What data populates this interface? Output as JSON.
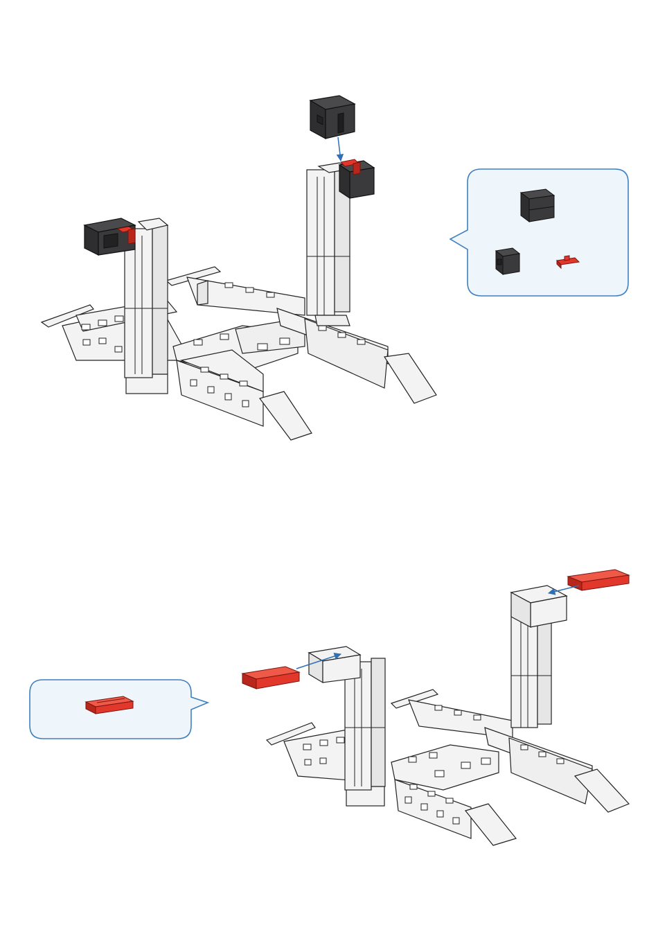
{
  "colors": {
    "background": "#ffffff",
    "part_white": "#f3f3f3",
    "outline": "#222222",
    "part_dark": "#3a3a3c",
    "part_dark_top": "#4a4a4c",
    "part_red": "#e2382b",
    "part_red_dark": "#b8261c",
    "callout_border": "#3f7fc0",
    "callout_fill": "#eef6fc",
    "arrow": "#2f6fb4"
  },
  "steps": [
    {
      "callout_parts": [
        "dark-double-building-block",
        "dark-building-block",
        "red-clip"
      ]
    },
    {
      "callout_parts": [
        "red-plate"
      ]
    }
  ]
}
